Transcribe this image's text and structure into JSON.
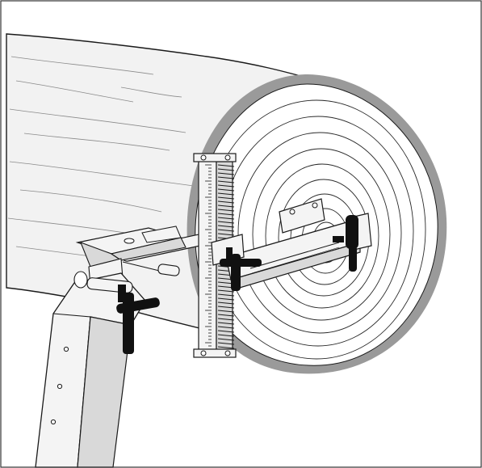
{
  "illustration": {
    "parts": [
      "log",
      "log-end-grain",
      "bark",
      "vertical-guide-rail",
      "horizontal-arm",
      "end-bracket",
      "saddle-clamp",
      "mounting-pipe",
      "leg-bracket",
      "t-handle-knobs"
    ]
  },
  "colors": {
    "log_fill": "#f2f2f2",
    "log_end": "#ffffff",
    "bark": "#9a9a9a",
    "metal_light": "#f4f4f4",
    "metal_mid": "#d9d9d9",
    "outline": "#1a1a1a",
    "knob": "#111111",
    "border": "#333333"
  }
}
